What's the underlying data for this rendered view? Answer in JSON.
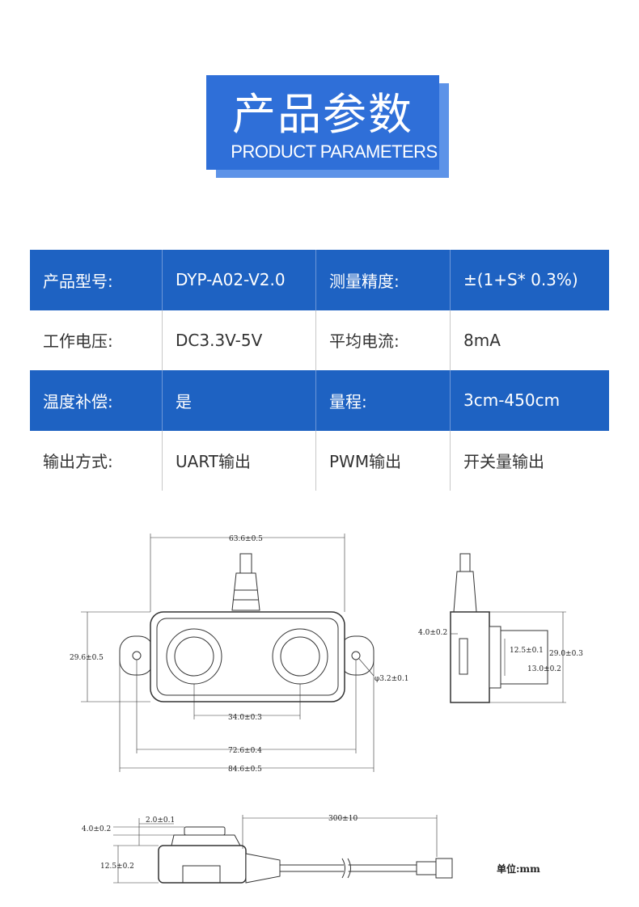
{
  "header": {
    "title_cn": "产品参数",
    "title_en": "PRODUCT PARAMETERS"
  },
  "params": {
    "rows": [
      {
        "style": "blue",
        "cells": [
          "产品型号:",
          "DYP-A02-V2.0",
          "测量精度:",
          "±(1+S* 0.3%)"
        ]
      },
      {
        "style": "white",
        "cells": [
          "工作电压:",
          "DC3.3V-5V",
          "平均电流:",
          "8mA"
        ]
      },
      {
        "style": "blue",
        "cells": [
          "温度补偿:",
          "是",
          "量程:",
          "3cm-450cm"
        ]
      },
      {
        "style": "white",
        "cells": [
          "输出方式:",
          "UART输出",
          "PWM输出",
          "开关量输出"
        ]
      }
    ]
  },
  "drawing": {
    "front": {
      "width_top": "63.6±0.5",
      "height": "29.6±0.5",
      "hole": "φ3.2±0.1",
      "sensor_spacing": "34.0±0.3",
      "hole_spacing": "72.6±0.4",
      "width_total": "84.6±0.5"
    },
    "side": {
      "flange": "4.0±0.2",
      "inner": "12.5±0.1",
      "outer": "29.0±0.3",
      "depth": "13.0±0.2"
    },
    "bottom": {
      "top_offset": "4.0±0.2",
      "step": "2.0±0.1",
      "cable": "300±10",
      "body_height": "12.5±0.2"
    },
    "unit": "单位:mm"
  },
  "colors": {
    "badge": "#2f6fd8",
    "badge_shadow": "#5d93e8",
    "row_blue": "#1e62c2"
  }
}
